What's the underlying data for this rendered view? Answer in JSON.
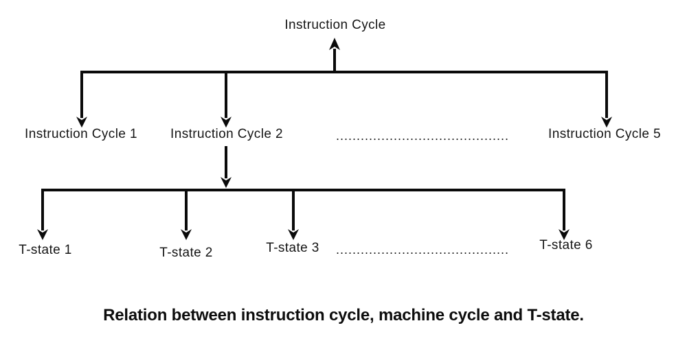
{
  "diagram": {
    "root_label": "Instruction Cycle",
    "level1": {
      "items": [
        {
          "label": "Instruction Cycle 1"
        },
        {
          "label": "Instruction Cycle 2"
        },
        {
          "label": "Instruction Cycle 5"
        }
      ],
      "ellipsis": ".........................................."
    },
    "level2": {
      "items": [
        {
          "label": "T-state 1"
        },
        {
          "label": "T-state 2"
        },
        {
          "label": "T-state 3"
        },
        {
          "label": "T-state 6"
        }
      ],
      "ellipsis": ".........................................."
    },
    "caption": "Relation between instruction cycle, machine cycle and T-state."
  },
  "colors": {
    "line": "#0a0a0a",
    "text": "#141414",
    "background": "#ffffff"
  }
}
